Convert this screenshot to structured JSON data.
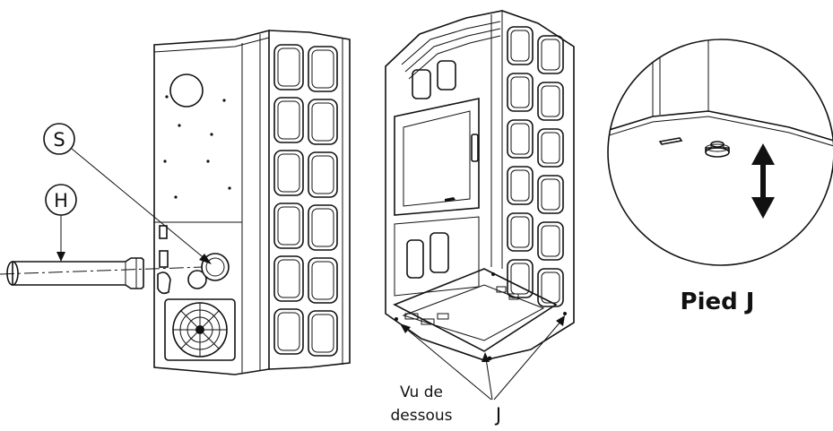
{
  "labels": {
    "callout_s": "S",
    "callout_h": "H",
    "bottom_view_line1": "Vu de",
    "bottom_view_line2": "dessous",
    "foot_letter": "J",
    "detail_caption": "Pied J"
  },
  "colors": {
    "line": "#111111",
    "background": "#ffffff"
  }
}
